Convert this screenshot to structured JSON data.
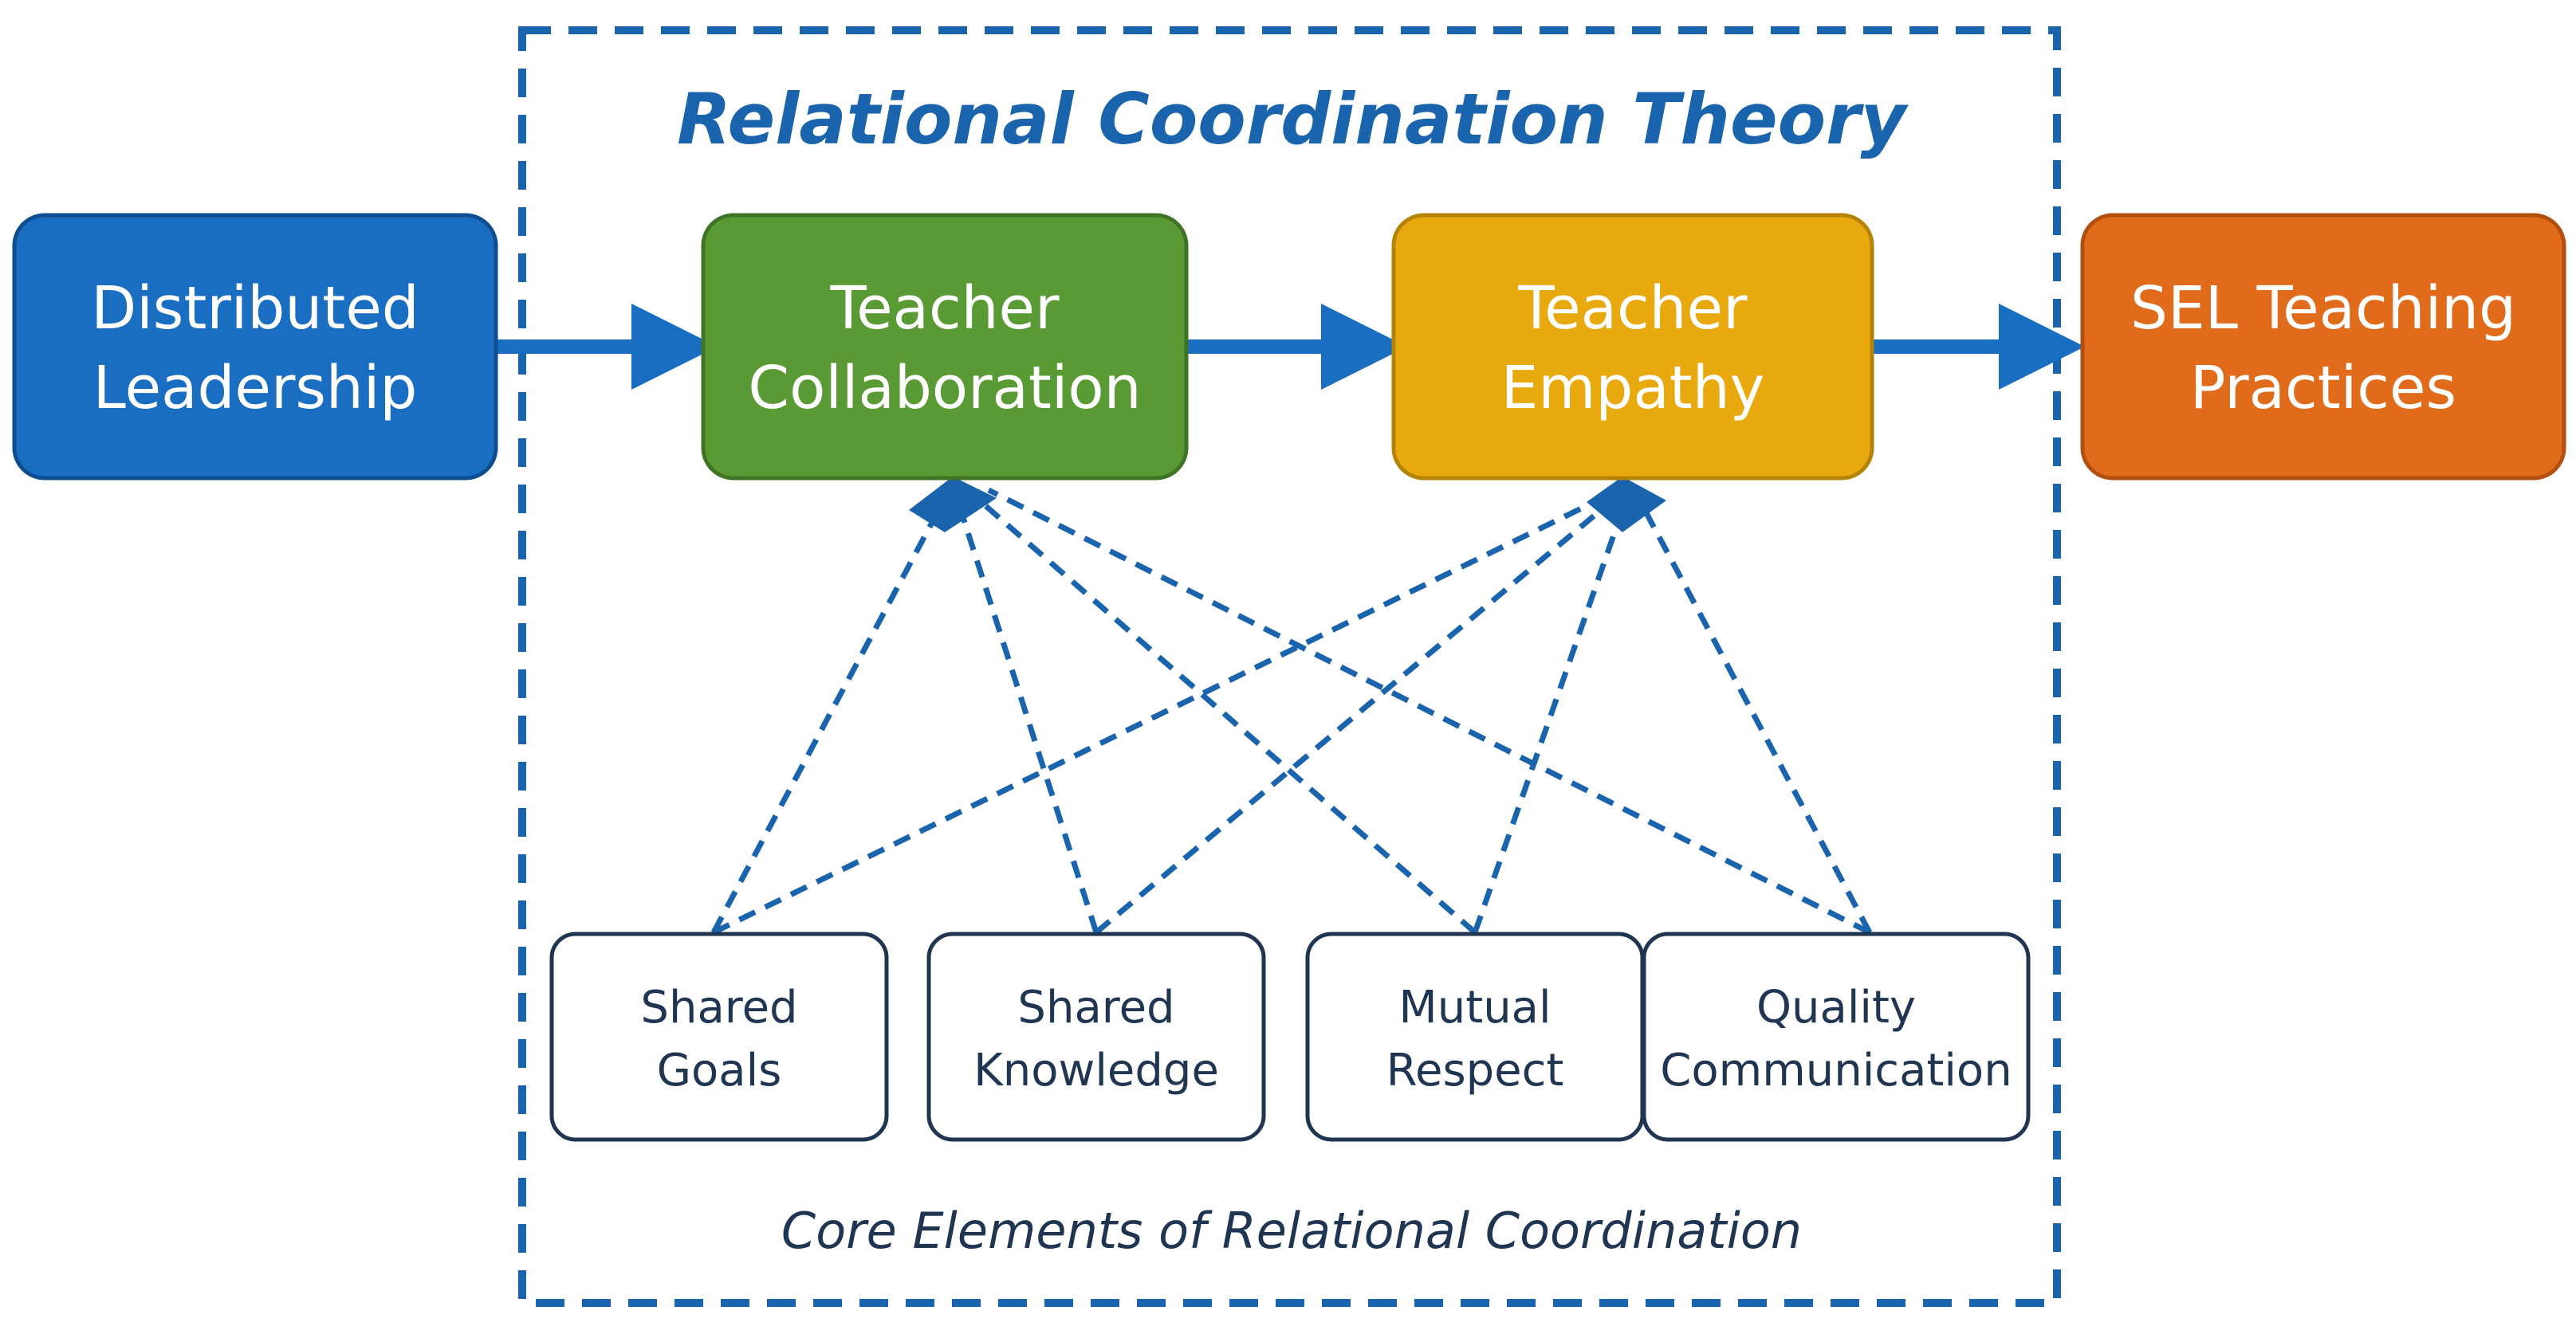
{
  "framework": {
    "title": "Relational Coordination Theory",
    "caption": "Core Elements of Relational Coordination"
  },
  "nodes": {
    "distributed_leadership": {
      "line1": "Distributed",
      "line2": "Leadership",
      "color": "#1a6ec2"
    },
    "teacher_collaboration": {
      "line1": "Teacher",
      "line2": "Collaboration",
      "color": "#5a9a35"
    },
    "teacher_empathy": {
      "line1": "Teacher",
      "line2": "Empathy",
      "color": "#e8a90f"
    },
    "sel_teaching_practices": {
      "line1": "SEL Teaching",
      "line2": "Practices",
      "color": "#e06b1a"
    }
  },
  "elements": {
    "shared_goals": {
      "line1": "Shared",
      "line2": "Goals"
    },
    "shared_knowledge": {
      "line1": "Shared",
      "line2": "Knowledge"
    },
    "mutual_respect": {
      "line1": "Mutual",
      "line2": "Respect"
    },
    "quality_communication": {
      "line1": "Quality",
      "line2": "Communication"
    }
  },
  "colors": {
    "accent_blue": "#1a63ad",
    "arrow_blue": "#1a6ec2",
    "element_border": "#1f3552"
  }
}
